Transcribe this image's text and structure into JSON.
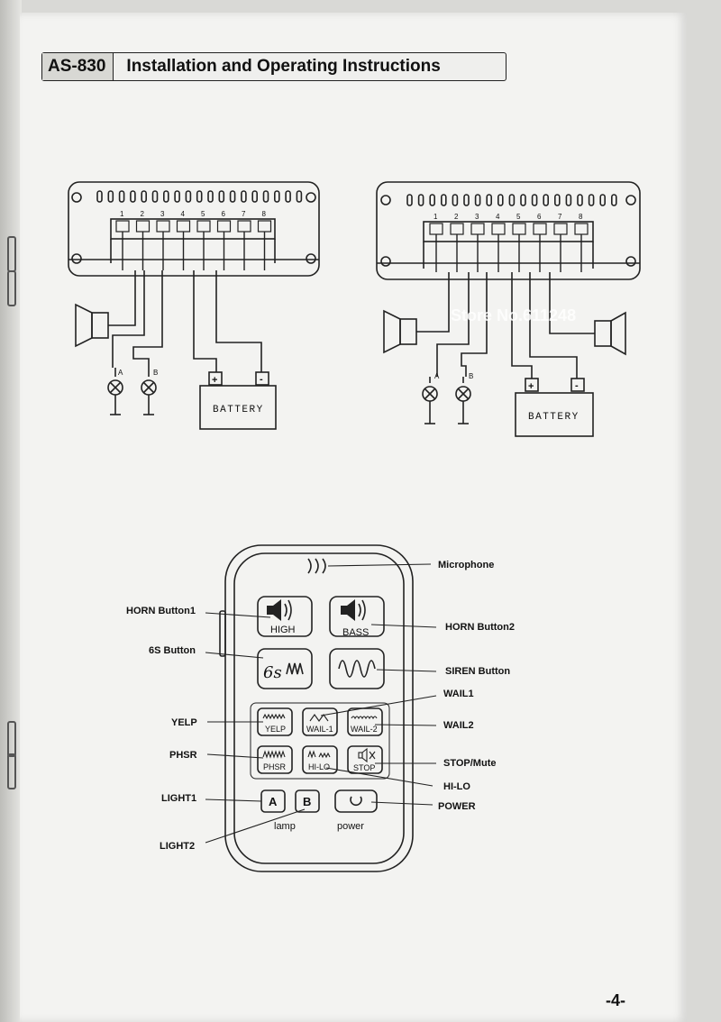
{
  "header": {
    "model": "AS-830",
    "title": "Installation and Operating Instructions"
  },
  "diagram_left": {
    "terminals": [
      "1",
      "2",
      "3",
      "4",
      "5",
      "6",
      "7",
      "8"
    ],
    "lamp_a": "A",
    "lamp_b": "B",
    "battery_label": "BATTERY",
    "plus": "+",
    "minus": "-"
  },
  "diagram_right": {
    "terminals": [
      "1",
      "2",
      "3",
      "4",
      "5",
      "6",
      "7",
      "8"
    ],
    "lamp_a": "A",
    "lamp_b": "B",
    "battery_label": "BATTERY",
    "plus": "+",
    "minus": "-"
  },
  "watermark": "Store No.611248",
  "controller": {
    "buttons": {
      "horn1": "HIGH",
      "horn2": "BASS",
      "yelp": "YELP",
      "wail1": "WAIL-1",
      "wail2": "WAIL-2",
      "phsr": "PHSR",
      "hilo": "HI-LO",
      "stop": "STOP",
      "light_a": "A",
      "light_b": "B",
      "lamp_caption": "lamp",
      "power_caption": "power"
    },
    "callouts": {
      "microphone": "Microphone",
      "horn_button1": "HORN Button1",
      "horn_button2": "HORN Button2",
      "six_s_button": "6S Button",
      "siren_button": "SIREN Button",
      "wail1": "WAIL1",
      "wail2": "WAIL2",
      "yelp": "YELP",
      "phsr": "PHSR",
      "stop_mute": "STOP/Mute",
      "hilo": "HI-LO",
      "light1": "LIGHT1",
      "light2": "LIGHT2",
      "power": "POWER"
    }
  },
  "footer": {
    "page_number": "-4-"
  }
}
